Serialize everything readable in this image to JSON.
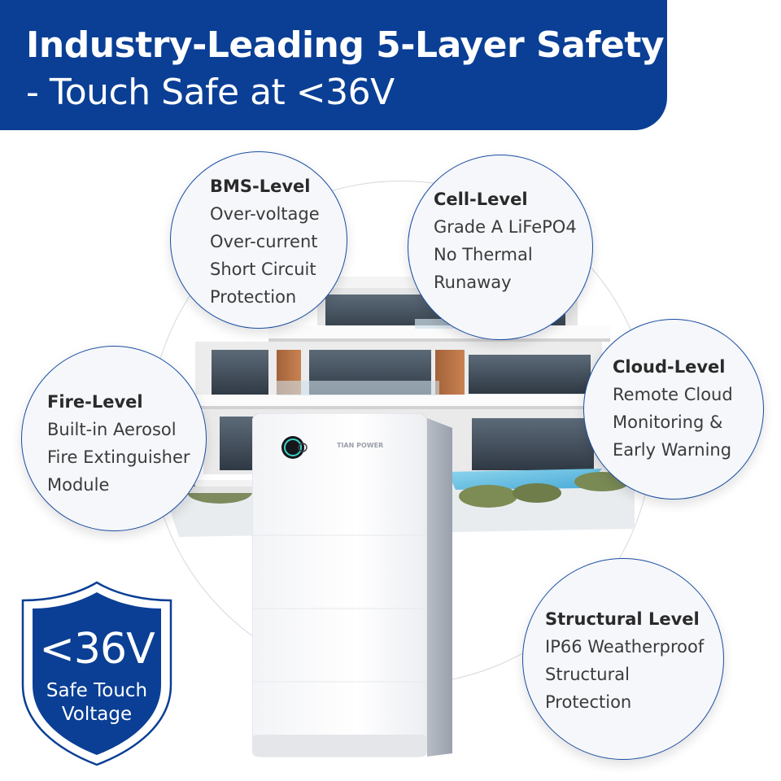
{
  "header": {
    "title": "Industry-Leading 5-Layer Safety",
    "subtitle": "- Touch Safe at <36V"
  },
  "layers": [
    {
      "title": "BMS-Level",
      "lines": [
        "Over-voltage",
        "Over-current",
        "Short Circuit",
        "Protection"
      ]
    },
    {
      "title": "Cell-Level",
      "lines": [
        "Grade A LiFePO4",
        "No Thermal",
        "Runaway"
      ]
    },
    {
      "title": "Fire-Level",
      "lines": [
        "Built-in Aerosol",
        "Fire Extinguisher",
        "Module"
      ]
    },
    {
      "title": "Cloud-Level",
      "lines": [
        "Remote Cloud",
        "Monitoring &",
        "Early Warning"
      ]
    },
    {
      "title": "Structural Level",
      "lines": [
        "IP66 Weatherproof",
        "Structural",
        "Protection"
      ]
    }
  ],
  "product": {
    "brand": "TIAN POWER"
  },
  "badge": {
    "voltage": "<36V",
    "line1": "Safe Touch",
    "line2": "Voltage"
  },
  "colors": {
    "brand_blue": "#0a3f95",
    "bubble_border": "#1b4ea3"
  }
}
